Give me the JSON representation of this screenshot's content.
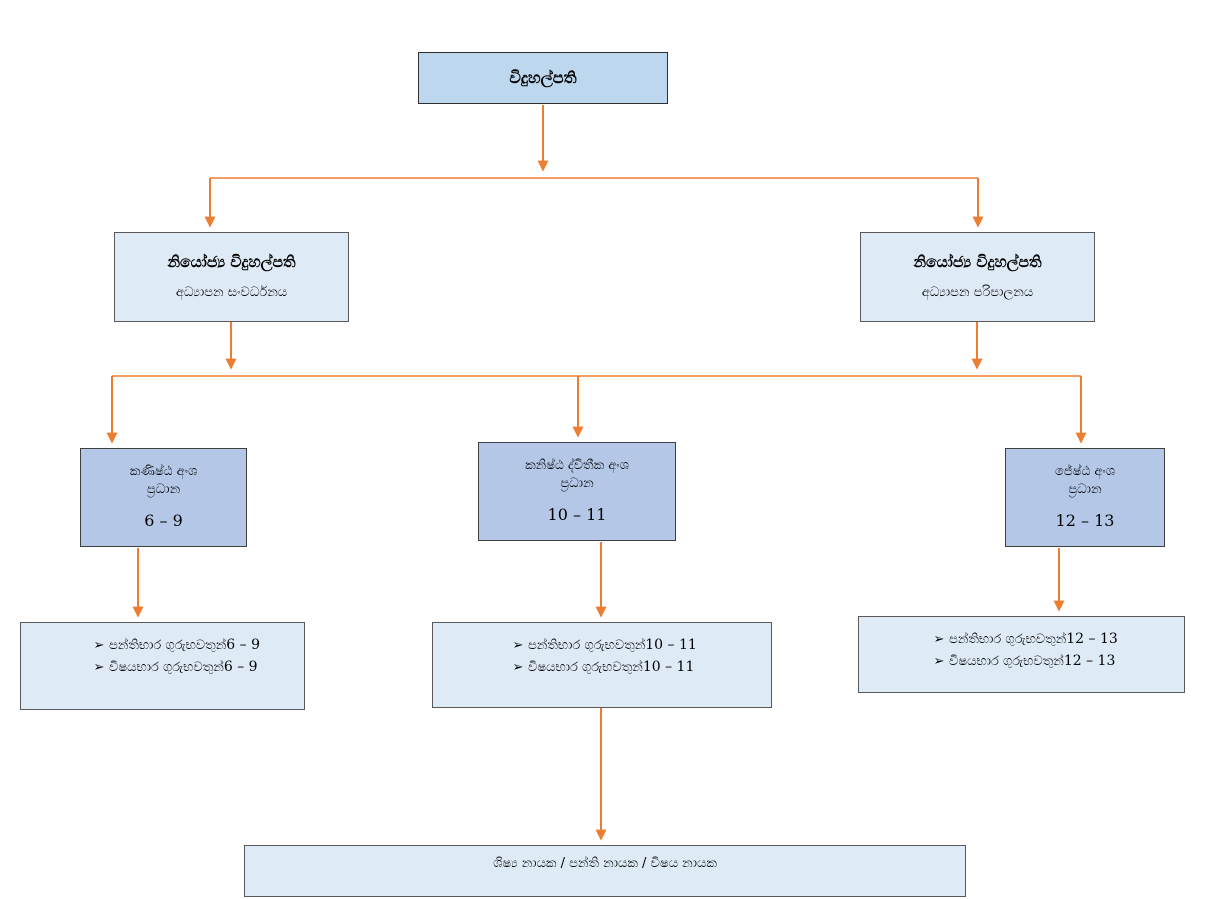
{
  "diagram": {
    "type": "organizational-chart",
    "language": "Sinhala",
    "connector_color": "#ED7D31",
    "colors": {
      "principal_fill": "#BDD7EE",
      "deputy_fill": "#DEEAF6",
      "section_fill": "#B4C7E7",
      "teachers_fill": "#DEEAF6",
      "leaders_fill": "#DEEAF6",
      "border": "#595959",
      "arrow": "#ED7D31"
    }
  },
  "principal": {
    "title": "විදුහල්පති"
  },
  "deputies": [
    {
      "title": "නියෝජ්‍ය විදුහල්පති",
      "subtitle": "අධ්‍යාපන සංවර්ධනය"
    },
    {
      "title": "නියෝජ්‍ය විදුහල්පති",
      "subtitle": "අධ්‍යාපන පරිපාලනය"
    }
  ],
  "sections": [
    {
      "line1": "කණිෂ්ඨ අංශ",
      "line2": "ප්‍රධාන",
      "range": "6 – 9"
    },
    {
      "line1": "කනිෂ්ඨ ද්විතීක අංශ",
      "line2": "ප්‍රධාන",
      "range": "10 – 11"
    },
    {
      "line1": "ජේෂ්ඨ අංශ",
      "line2": "ප්‍රධාන",
      "range": "12 – 13"
    }
  ],
  "teacher_groups": [
    {
      "bullet_marker": "➢",
      "items": [
        {
          "text": "පන්තිභාර ගුරුභවතුන්",
          "range": "6 – 9"
        },
        {
          "text": "විෂයභාර ගුරුභවතුන්",
          "range": "6 – 9"
        }
      ]
    },
    {
      "bullet_marker": "➢",
      "items": [
        {
          "text": "පන්තිභාර ගුරුභවතුන්",
          "range": "10 – 11"
        },
        {
          "text": "විෂයභාර ගුරුභවතුන්",
          "range": "10 – 11"
        }
      ]
    },
    {
      "bullet_marker": "➢",
      "items": [
        {
          "text": "පන්තිභාර ගුරුභවතුන්",
          "range": "12 – 13"
        },
        {
          "text": "විෂයභාර ගුරුභවතුන්",
          "range": "12 – 13"
        }
      ]
    }
  ],
  "leaders": {
    "title": "ශිෂ්‍ය නායක / පන්ති නායක / විෂය නායක"
  }
}
